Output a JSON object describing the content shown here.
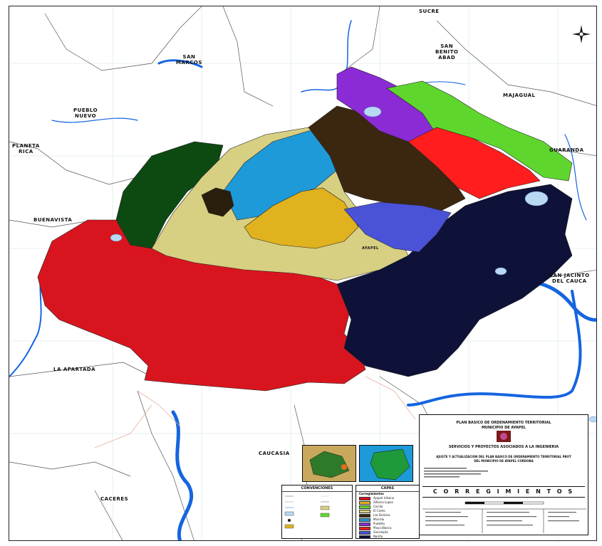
{
  "places": {
    "sucre": "SUCRE",
    "san_marcos": "SAN\nMARCOS",
    "san_benito_abad": "SAN\nBENITO\nABAD",
    "majagual": "MAJAGUAL",
    "pueblo_nuevo": "PUEBLO\nNUEVO",
    "planeta_rica": "PLANETA\nRICA",
    "guaranda": "GUARANDA",
    "buenavista": "BUENAVISTA",
    "ayapel": "AYAPEL",
    "san_jacinto_del_cauca": "SAN JACINTO\nDEL CAUCA",
    "la_apartada": "LA APARTADA",
    "caucasia": "CAUCASIA",
    "caceres": "CACERES"
  },
  "title_block": {
    "title_line1": "PLAN BASICO DE ORDENAMIENTO TERRITORIAL",
    "title_line2": "MUNICIPIO DE AYAPEL",
    "subtitle": "SERVICIOS Y PROYECTOS ASOCIADOS A LA INGENIERIA",
    "project": "AJUSTE Y ACTUALIZACION DEL PLAN BASICO DE ORDENAMIENTO TERRITORIAL PBOT",
    "project_line2": "DEL MUNICIPIO DE AYAPEL CORDOBA",
    "map_title": "C O R R E G I M I E N T O S"
  },
  "legend": {
    "title": "CONVENCIONES",
    "title2": "CAPAS",
    "heading": "Corregimientos"
  },
  "colors": {
    "red": "#d8151e",
    "navy": "#0e1138",
    "dark_green": "#0c4a12",
    "khaki": "#d7cf82",
    "sky": "#1e9ad8",
    "brown": "#3b2710",
    "purple": "#8a2bd6",
    "light_green": "#5fd62e",
    "bright_red": "#ff1d1d",
    "gold": "#e0b21e",
    "blue_violet": "#4a52d8",
    "river": "#1565e0"
  },
  "legend_items": [
    {
      "color": "#d8151e",
      "label": "Ayapel Urbano"
    },
    {
      "color": "#e0b21e",
      "label": "Alfonso Lopez"
    },
    {
      "color": "#5fd62e",
      "label": "Cecilia"
    },
    {
      "color": "#d7cf82",
      "label": "El Cedro"
    },
    {
      "color": "#3b2710",
      "label": "Las Delicias"
    },
    {
      "color": "#1e9ad8",
      "label": "Marralu"
    },
    {
      "color": "#8a2bd6",
      "label": "Pueblito"
    },
    {
      "color": "#ff1d1d",
      "label": "Playa Blanca"
    },
    {
      "color": "#4a52d8",
      "label": "Sincelejito"
    },
    {
      "color": "#0e1138",
      "label": "Nariño"
    }
  ],
  "icons": [
    "north-arrow-icon",
    "logo-seal-icon",
    "inset-map-icon"
  ]
}
